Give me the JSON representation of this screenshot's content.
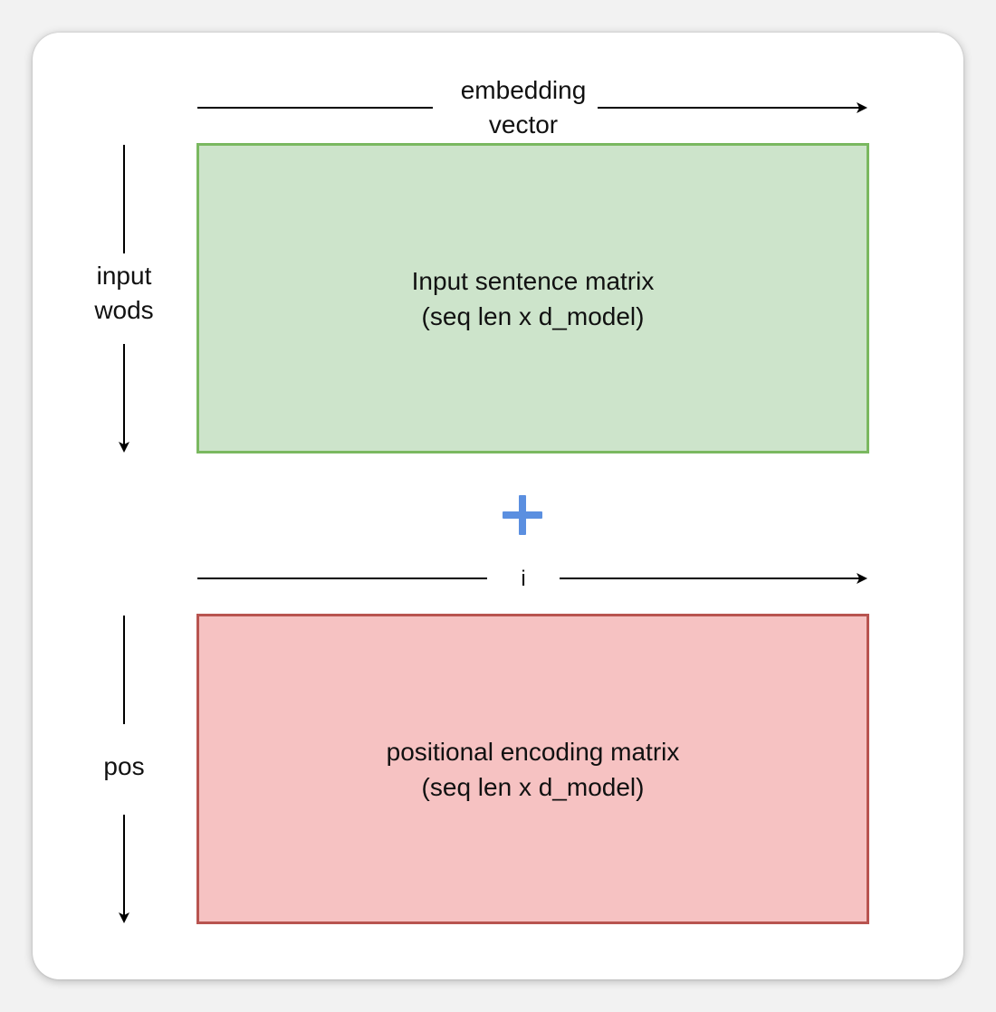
{
  "top_arrow": {
    "label_line1": "embedding",
    "label_line2": "vector"
  },
  "left_arrow_top": {
    "label_line1": "input",
    "label_line2": "wods"
  },
  "input_matrix": {
    "title": "Input sentence matrix",
    "dims": "(seq len x d_model)",
    "fill": "#cde4cb",
    "stroke": "#7ab860"
  },
  "plus": {
    "symbol": "+",
    "color": "#5b8fe0"
  },
  "middle_arrow": {
    "label": "i"
  },
  "left_arrow_bottom": {
    "label": "pos"
  },
  "pe_matrix": {
    "title": "positional encoding matrix",
    "dims": "(seq len x d_model)",
    "fill": "#f6c2c2",
    "stroke": "#b85450"
  }
}
